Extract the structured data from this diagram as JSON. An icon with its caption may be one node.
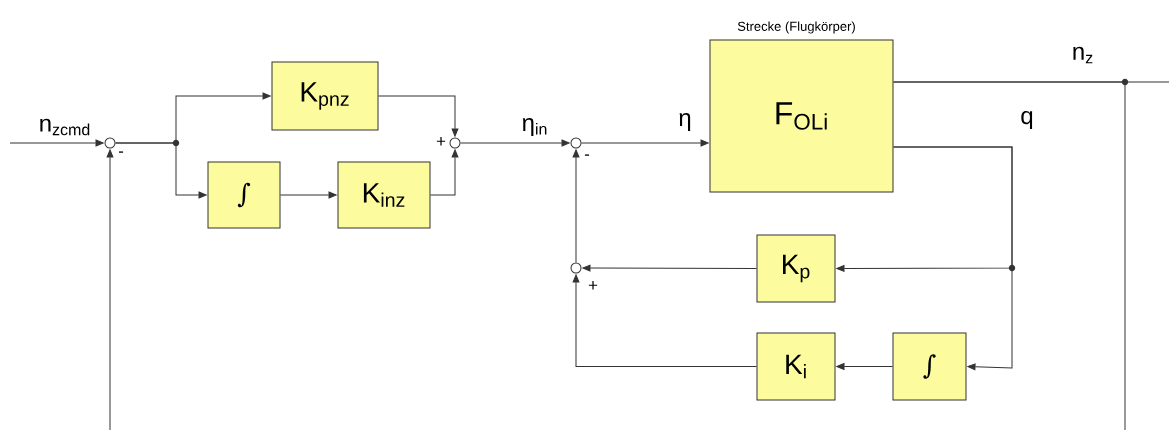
{
  "diagram": {
    "nodes": [
      {
        "text": [],
        "shape": "circle",
        "beside": [
          "-"
        ]
      },
      {
        "text": [
          "K$_{pnz}$"
        ]
      },
      {
        "text": [
          "∫"
        ]
      },
      {
        "text": [
          "K$_{inz}$"
        ]
      },
      {
        "text": [],
        "shape": "circle",
        "beside": [
          "+"
        ]
      },
      {
        "text": [],
        "shape": "circle",
        "beside": [
          "-"
        ]
      },
      {
        "text": [
          "Strecke (Flugkörper)",
          "F$_{OLi}$"
        ]
      },
      {
        "text": [],
        "shape": "circle",
        "beside": [
          "+"
        ]
      },
      {
        "text": [
          "K$_{p}$"
        ]
      },
      {
        "text": [
          "K$_{i}$"
        ]
      },
      {
        "text": [
          "∫"
        ]
      }
    ],
    "edges": [
      {
        "from": null,
        "to": 0,
        "arrow": "to",
        "label": "n$_{zcmd}$"
      },
      {
        "from": null,
        "to": 0,
        "arrow": "to"
      },
      {
        "from": 0,
        "to": 1,
        "arrow": "to"
      },
      {
        "from": 0,
        "to": 2,
        "arrow": "to"
      },
      {
        "from": 2,
        "to": 3,
        "arrow": "to"
      },
      {
        "from": 1,
        "to": 4,
        "arrow": "to"
      },
      {
        "from": 3,
        "to": 4,
        "arrow": "to"
      },
      {
        "from": 4,
        "to": 5,
        "arrow": "to",
        "label": "η$_{in}$"
      },
      {
        "from": 5,
        "to": 6,
        "arrow": "to",
        "label": "η"
      },
      {
        "from": 6,
        "to": null,
        "arrow": "none",
        "label": "n$_{z}$"
      },
      {
        "from": 6,
        "to": null,
        "arrow": "none"
      },
      {
        "from": 6,
        "to": 8,
        "arrow": "to",
        "label": "q"
      },
      {
        "from": 6,
        "to": 10,
        "arrow": "to"
      },
      {
        "from": 8,
        "to": 7,
        "arrow": "to"
      },
      {
        "from": 10,
        "to": 9,
        "arrow": "to"
      },
      {
        "from": 9,
        "to": 7,
        "arrow": "to"
      },
      {
        "from": 7,
        "to": 5,
        "arrow": "to"
      }
    ]
  }
}
